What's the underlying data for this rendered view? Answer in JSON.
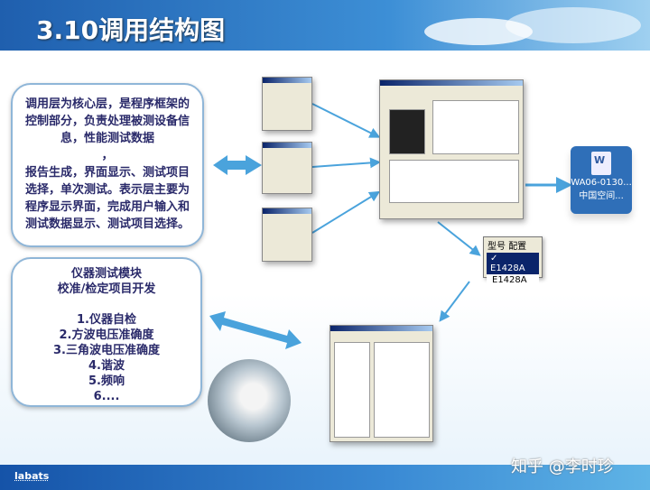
{
  "title": "3.10调用结构图",
  "box_top": {
    "text": "调用层为核心层，是程序框架的控制部分，负责处理被测设备信息，性能测试数据\n，\n报告生成，界面显示、测试项目选择，单次测试。表示层主要为程序显示界面，完成用户输入和测试数据显示、测试项目选择。"
  },
  "box_bottom": {
    "lines": [
      "仪器测试模块",
      "校准/检定项目开发",
      "",
      "1.仪器自检",
      "2.方波电压准确度",
      "3.三角波电压准确度",
      "4.谐波",
      "5.频响",
      "6...."
    ]
  },
  "word_file": {
    "name_line1": "WA06-0130...",
    "name_line2": "中国空间..."
  },
  "dropdown": {
    "col1": "型号",
    "col2": "配置",
    "selected": "✓ E1428A",
    "option": "E1428A"
  },
  "footer": {
    "logo": "labats",
    "watermark": "知乎 @李时珍"
  },
  "colors": {
    "header": "#1f5fae",
    "arrow": "#4aa3dc",
    "text": "#2a2a6a"
  }
}
